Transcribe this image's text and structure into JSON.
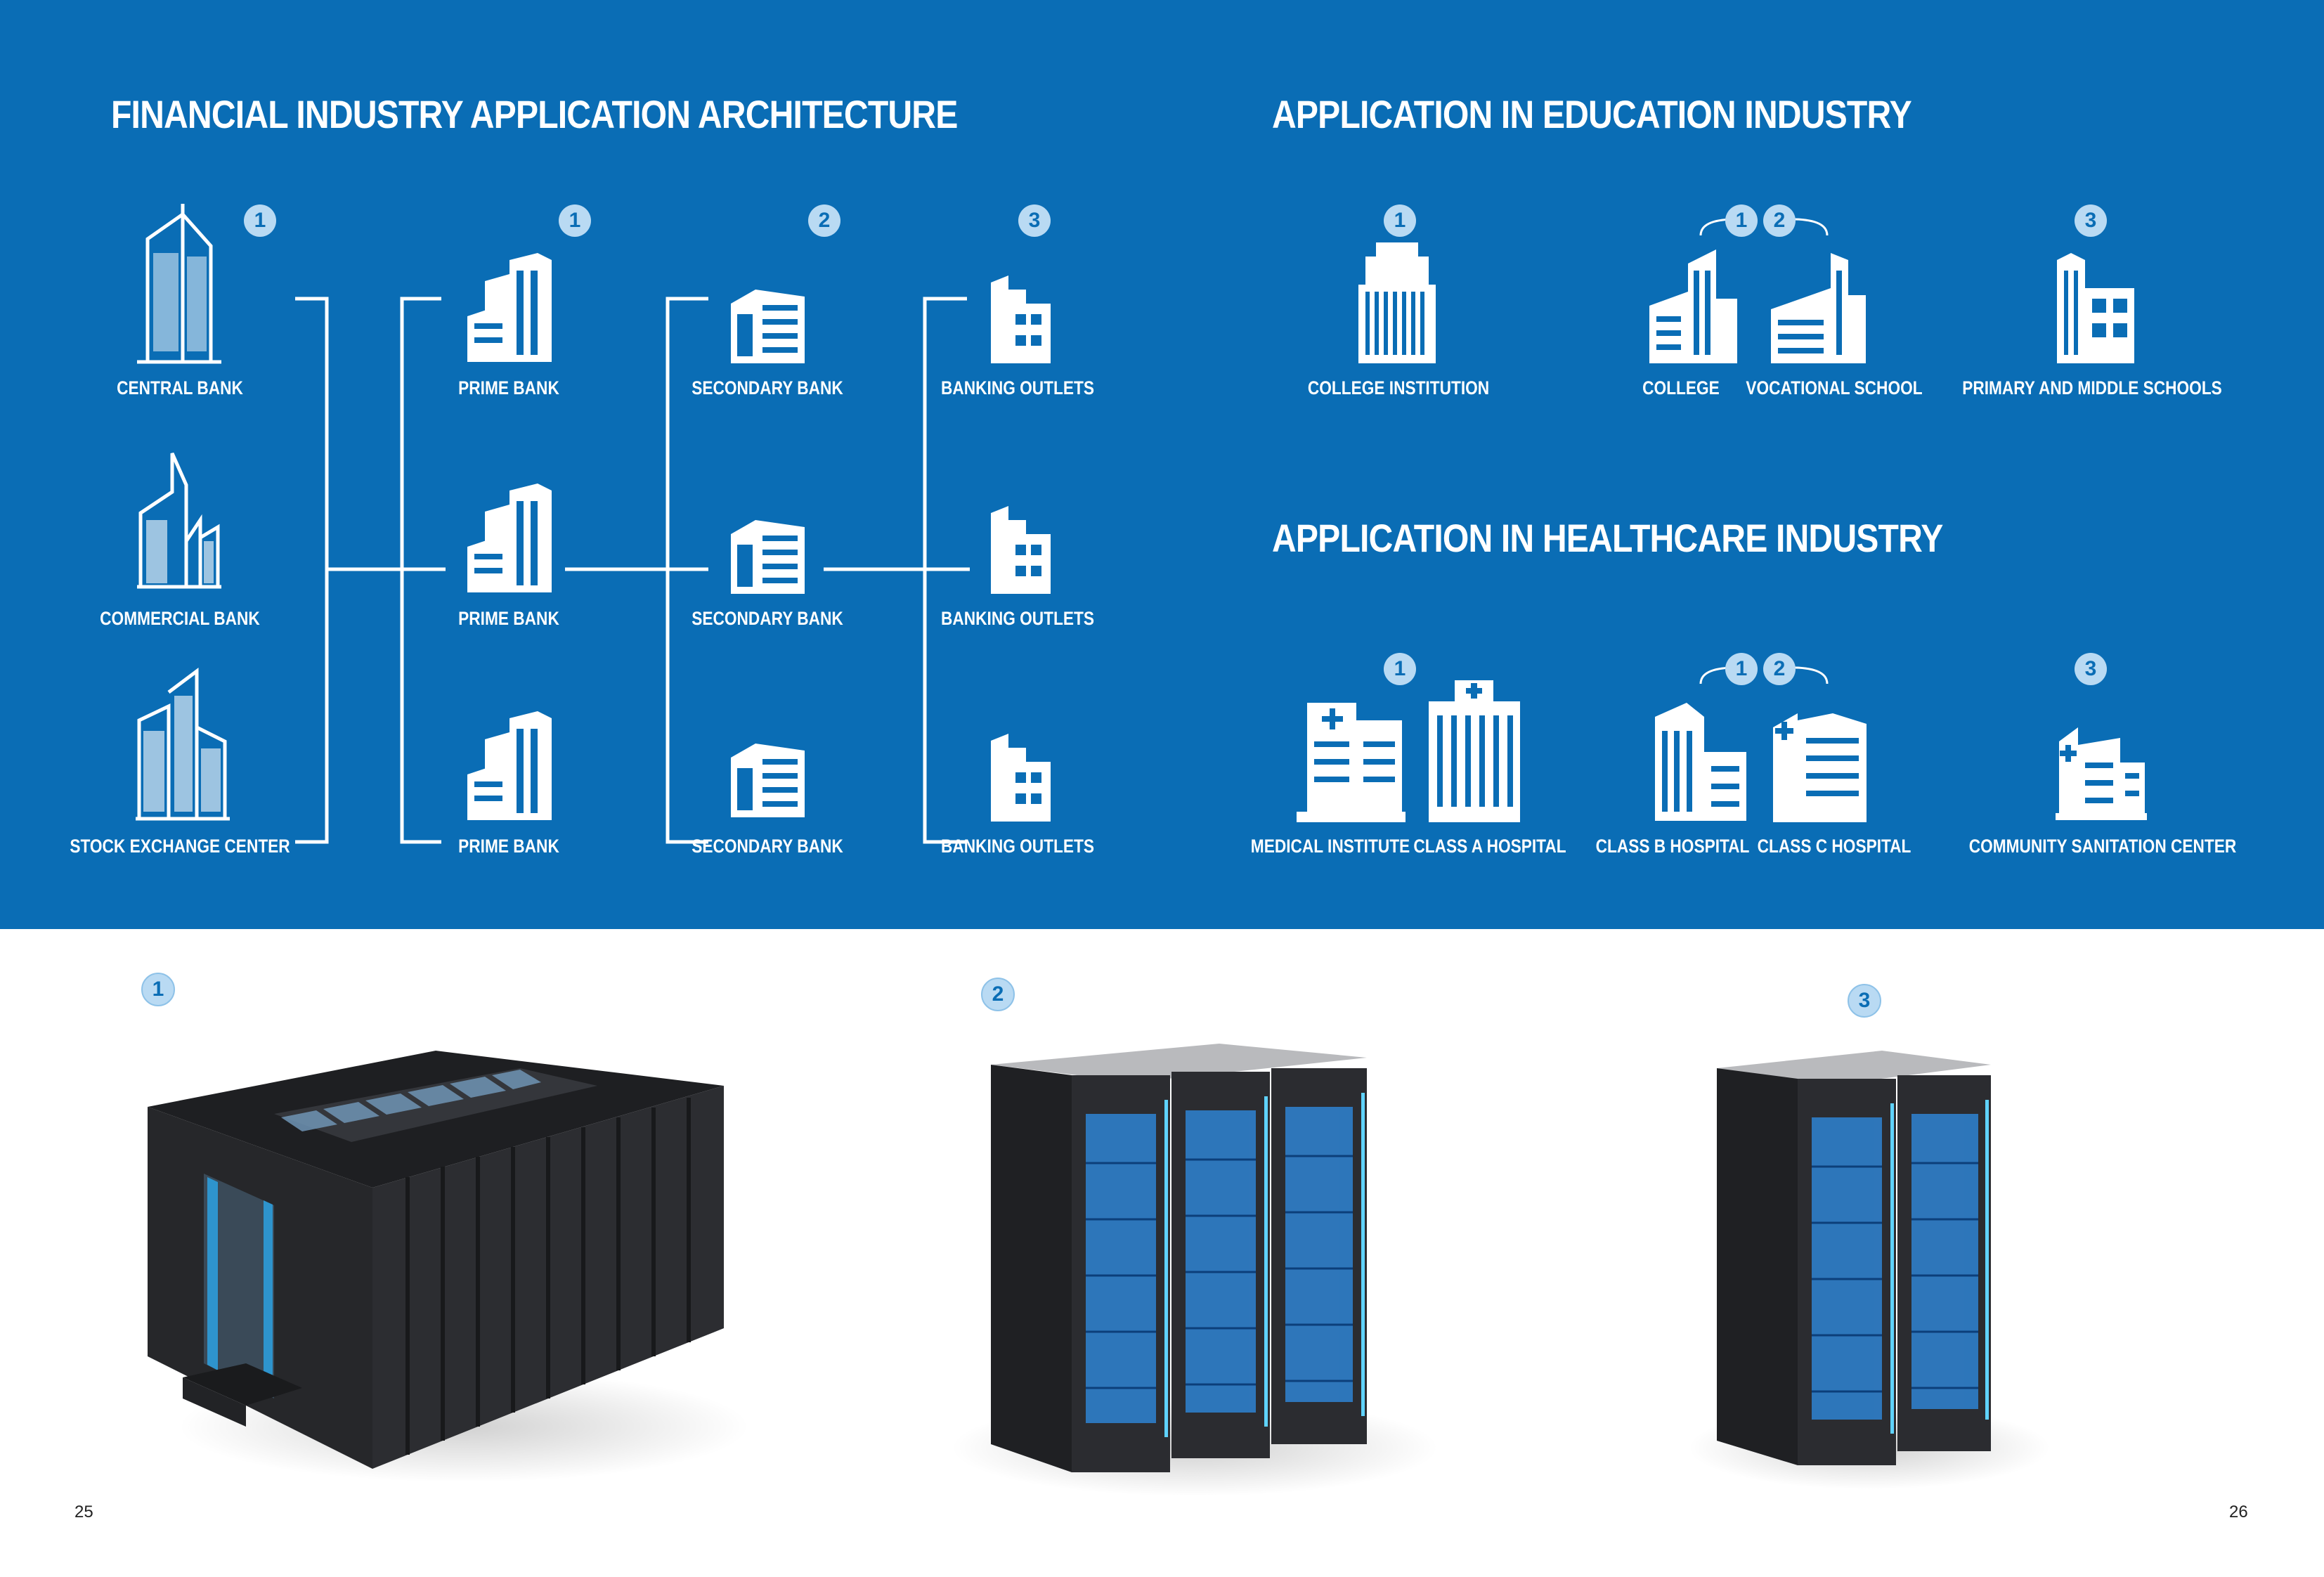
{
  "financial": {
    "title": "FINANCIAL INDUSTRY APPLICATION ARCHITECTURE",
    "badges": [
      "1",
      "1",
      "2",
      "3"
    ],
    "col1": [
      "CENTRAL BANK",
      "COMMERCIAL BANK",
      "STOCK EXCHANGE CENTER"
    ],
    "col2": [
      "PRIME BANK",
      "PRIME BANK",
      "PRIME BANK"
    ],
    "col3": [
      "SECONDARY BANK",
      "SECONDARY BANK",
      "SECONDARY BANK"
    ],
    "col4": [
      "BANKING OUTLETS",
      "BANKING OUTLETS",
      "BANKING OUTLETS"
    ]
  },
  "education": {
    "title": "APPLICATION IN EDUCATION INDUSTRY",
    "badges": [
      "1",
      "1",
      "2",
      "3"
    ],
    "labels": [
      "COLLEGE INSTITUTION",
      "COLLEGE",
      "VOCATIONAL SCHOOL",
      "PRIMARY AND MIDDLE SCHOOLS"
    ]
  },
  "healthcare": {
    "title": "APPLICATION IN HEALTHCARE INDUSTRY",
    "badges": [
      "1",
      "1",
      "2",
      "3"
    ],
    "labels": [
      "MEDICAL INSTITUTE",
      "CLASS A HOSPITAL",
      "CLASS B HOSPITAL",
      "CLASS C HOSPITAL",
      "COMMUNITY SANITATION CENTER"
    ]
  },
  "products": {
    "badges": [
      "1",
      "2",
      "3"
    ]
  },
  "pages": {
    "left": "25",
    "right": "26"
  },
  "colors": {
    "background_blue": "#0a6db5",
    "badge_fill": "#b9daf3",
    "cabinet": "#2a2b2e",
    "glow": "#2f8fe8"
  }
}
